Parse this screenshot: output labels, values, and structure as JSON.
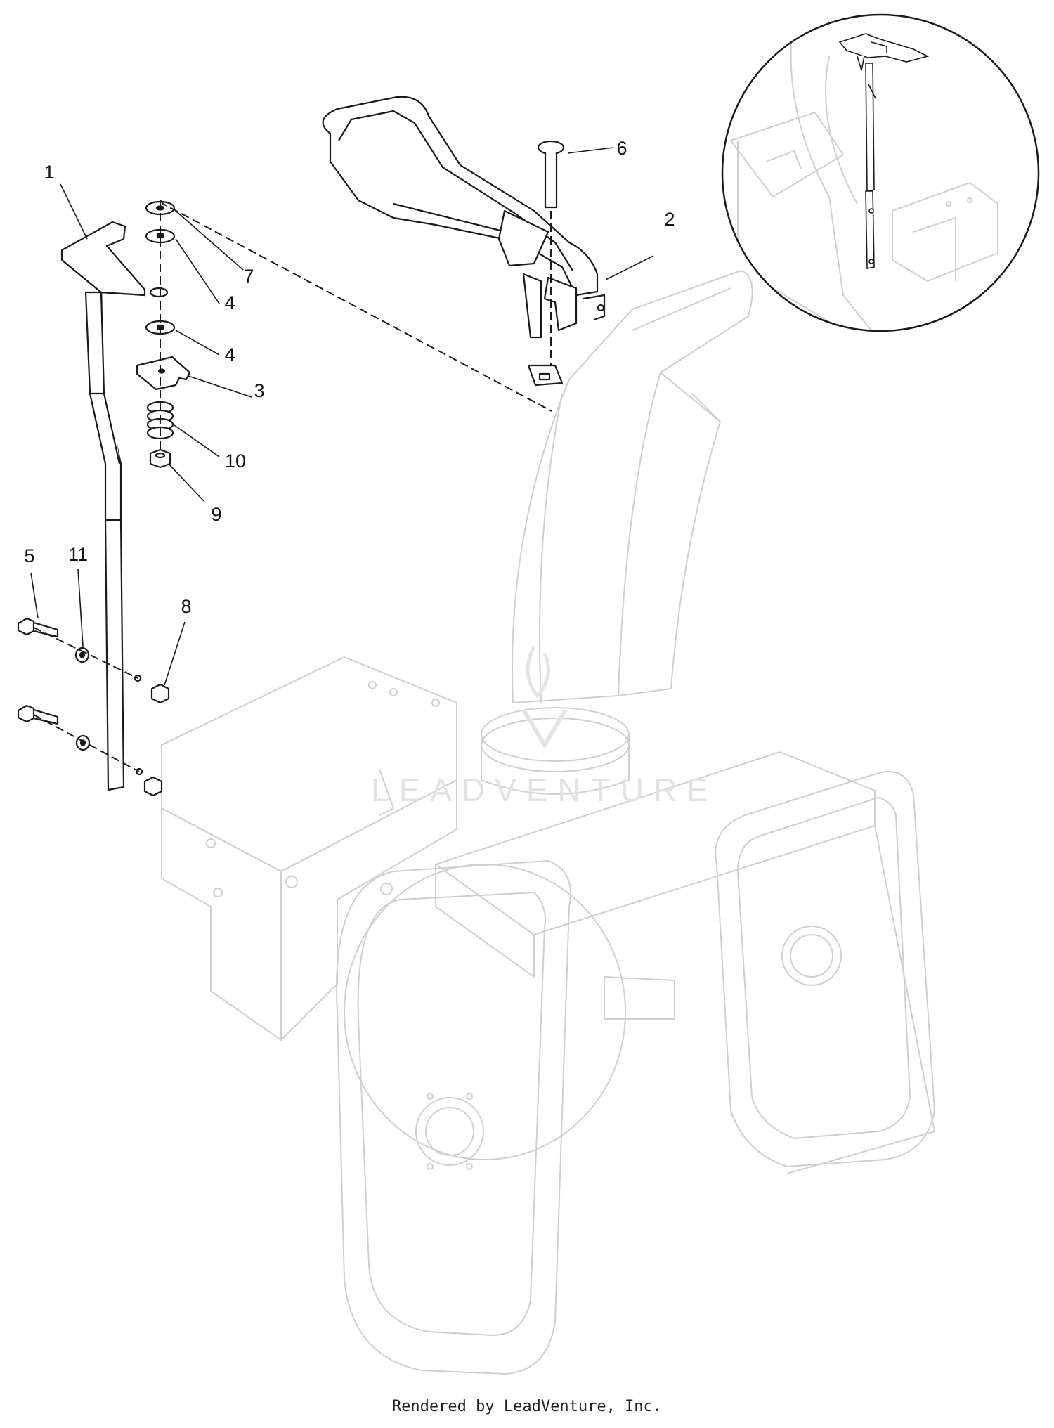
{
  "diagram": {
    "callouts": [
      {
        "id": "c1",
        "label": "1"
      },
      {
        "id": "c2",
        "label": "2"
      },
      {
        "id": "c3",
        "label": "3"
      },
      {
        "id": "c4a",
        "label": "4"
      },
      {
        "id": "c4b",
        "label": "4"
      },
      {
        "id": "c5",
        "label": "5"
      },
      {
        "id": "c6",
        "label": "6"
      },
      {
        "id": "c7",
        "label": "7"
      },
      {
        "id": "c8",
        "label": "8"
      },
      {
        "id": "c9",
        "label": "9"
      },
      {
        "id": "c10",
        "label": "10"
      },
      {
        "id": "c11",
        "label": "11"
      }
    ],
    "watermark": "LEADVENTURE"
  },
  "footer": {
    "text": "Rendered by LeadVenture, Inc."
  }
}
